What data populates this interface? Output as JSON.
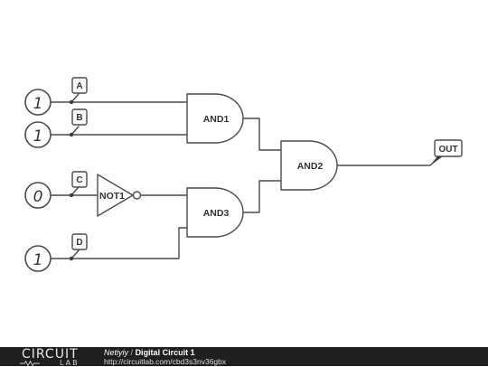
{
  "circuit": {
    "inputs": [
      {
        "id": "A",
        "value": "1"
      },
      {
        "id": "B",
        "value": "1"
      },
      {
        "id": "C",
        "value": "0"
      },
      {
        "id": "D",
        "value": "1"
      }
    ],
    "gates": [
      {
        "id": "AND1",
        "label": "AND1"
      },
      {
        "id": "AND2",
        "label": "AND2"
      },
      {
        "id": "AND3",
        "label": "AND3"
      },
      {
        "id": "NOT1",
        "label": "NOT1"
      }
    ],
    "output": {
      "label": "OUT"
    }
  },
  "footer": {
    "logo_top": "CIRCUIT",
    "logo_bottom": "LAB",
    "user": "Netiyiy",
    "separator": "/",
    "title": "Digital Circuit 1",
    "url": "http://circuitlab.com/cbd3s3nv36gbx"
  }
}
